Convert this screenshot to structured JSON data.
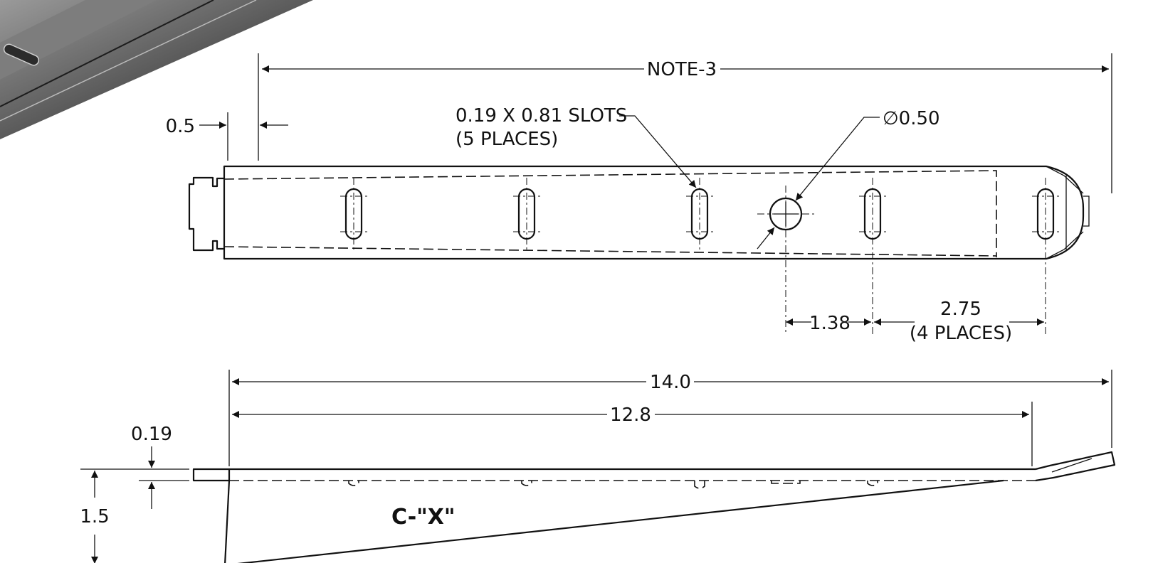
{
  "dimensions": {
    "overall_top": "NOTE-3",
    "edge_offset": "0.5",
    "slots_label": "0.19 X 0.81 SLOTS",
    "slots_places": "(5 PLACES)",
    "hole_dia": "∅0.50",
    "hole_to_slot": "1.38",
    "slot_pitch": "2.75",
    "slot_pitch_places": "(4 PLACES)",
    "overall_length": "14.0",
    "straight_length": "12.8",
    "thickness": "0.19",
    "height": "1.5"
  },
  "part_mark": "C-\"X\""
}
